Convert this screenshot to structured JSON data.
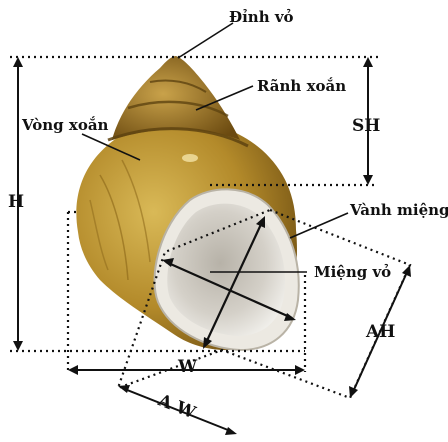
{
  "diagram": {
    "labels": {
      "apex": "Đỉnh vỏ",
      "suture": "Rãnh xoắn",
      "whorl": "Vòng xoắn",
      "shell_height": "SH",
      "height": "H",
      "aperture_lip": "Vành miệng",
      "aperture": "Miệng vỏ",
      "aperture_height": "AH",
      "width": "W",
      "aperture_width": "A W"
    },
    "colors": {
      "shell_main": "#b8902e",
      "shell_dark": "#7a5814",
      "shell_light": "#d8b85a",
      "aperture_inner": "#c9c5bd",
      "aperture_rim": "#eceae4",
      "line": "#111111"
    }
  }
}
